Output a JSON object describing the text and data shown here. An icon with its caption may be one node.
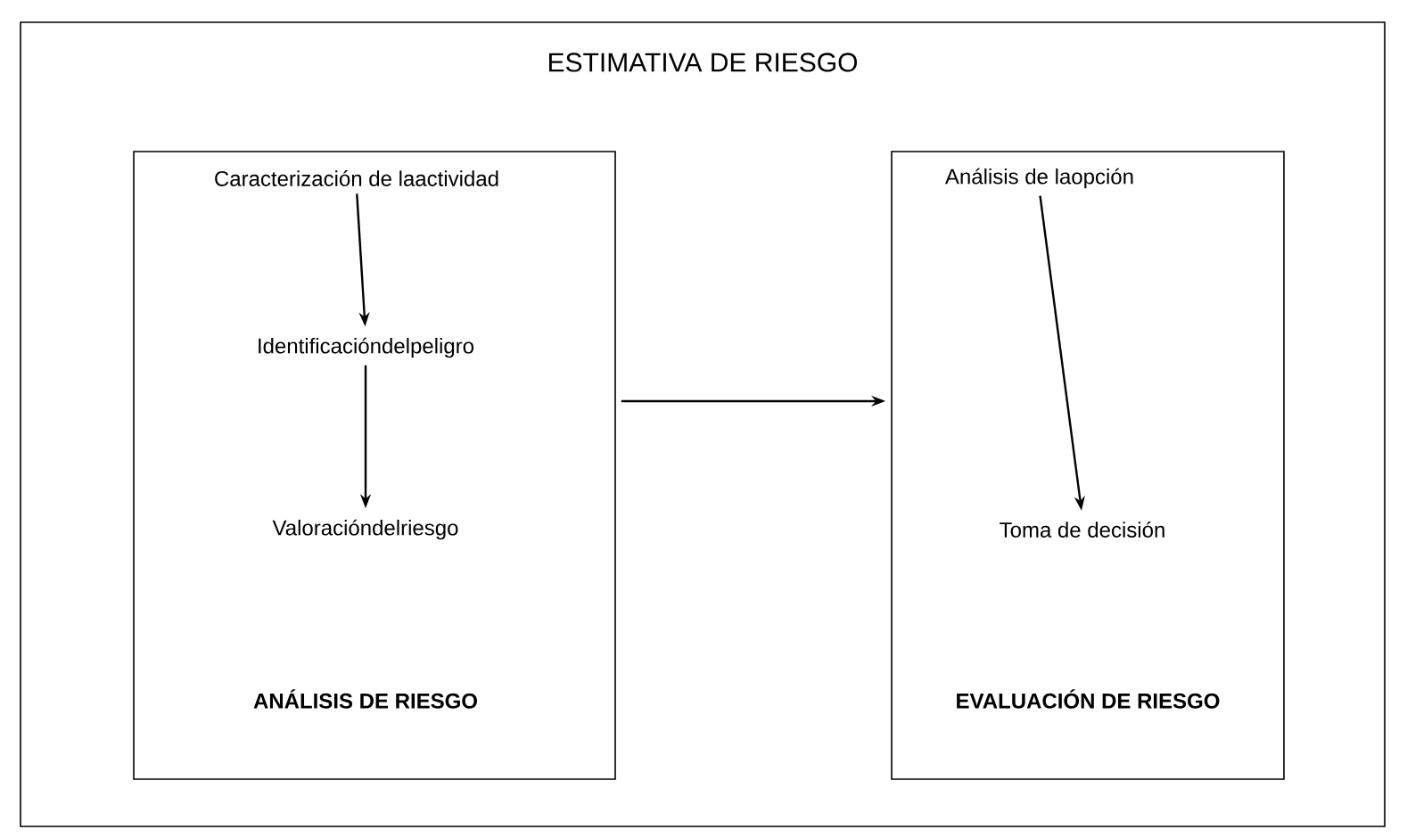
{
  "diagram": {
    "nodes": [
      {
        "text": [
          "ESTIMATIVA DE RIESGO"
        ]
      },
      {
        "text": [
          "ANÁLISIS DE RIESGO"
        ],
        "in": 0
      },
      {
        "text": [
          "Caracterización de laactividad"
        ],
        "in": 1
      },
      {
        "text": [
          "Identificacióndelpeligro"
        ],
        "in": 1
      },
      {
        "text": [
          "Valoracióndelriesgo"
        ],
        "in": 1
      },
      {
        "text": [
          "EVALUACIÓN DE RIESGO"
        ],
        "in": 0
      },
      {
        "text": [
          "Análisis de laopción"
        ],
        "in": 5
      },
      {
        "text": [
          "Toma de decisión"
        ],
        "in": 5
      }
    ],
    "edges": [
      {
        "from": 2,
        "to": 3,
        "arrow": "to"
      },
      {
        "from": 3,
        "to": 4,
        "arrow": "to"
      },
      {
        "from": 1,
        "to": 5,
        "arrow": "to"
      },
      {
        "from": 6,
        "to": 7,
        "arrow": "to"
      }
    ]
  }
}
